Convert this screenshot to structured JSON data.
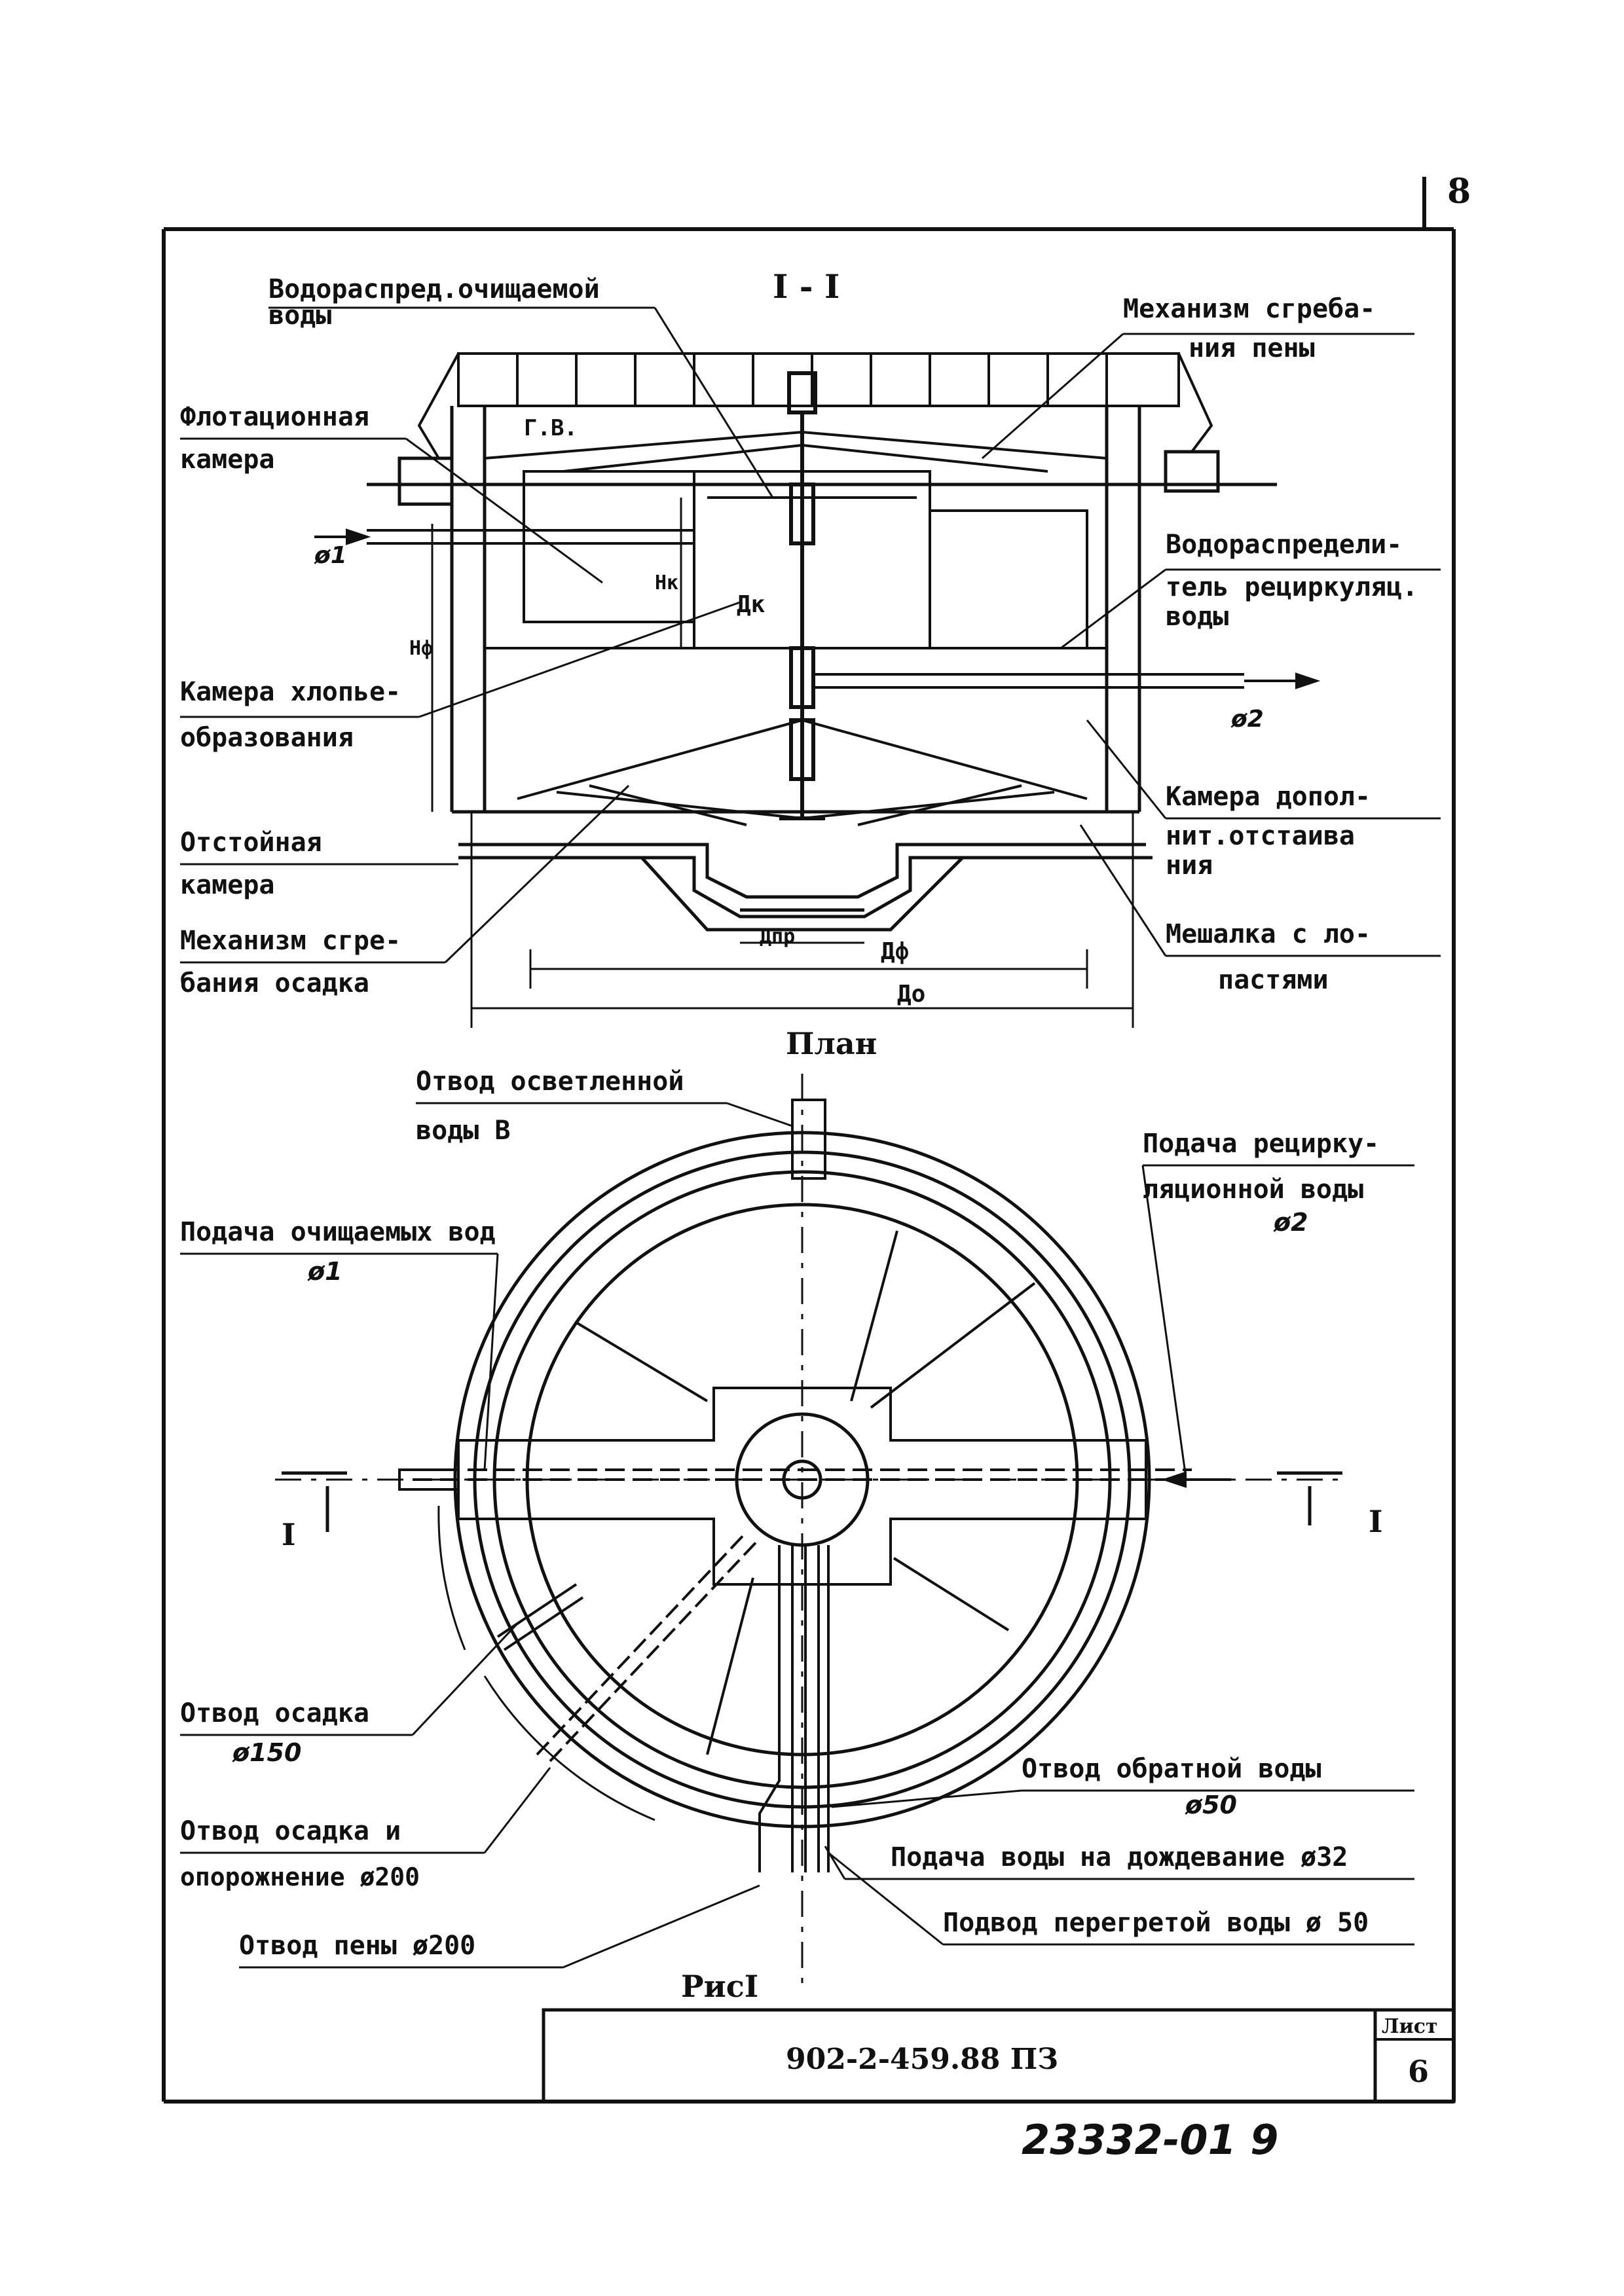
{
  "page_number": "8",
  "section_title": "I - I",
  "plan_title": "План",
  "figure_caption": "РисI",
  "section_marks": {
    "left": "I",
    "right": "I"
  },
  "section_labels": {
    "vodoraspred": [
      "Водораспред.очищаемой",
      "воды"
    ],
    "mech_peny": [
      "Механизм сгреба-",
      "ния пены"
    ],
    "flot": [
      "Флотационная",
      "камера"
    ],
    "vodoraspredelitel": [
      "Водораспредели-",
      "тель рециркуляц.",
      "воды"
    ],
    "kamera_hlop": [
      "Камера хлопье-",
      "образования"
    ],
    "kamera_dop": [
      "Камера допол-",
      "нит.отстаива",
      "ния"
    ],
    "otstoinaya": [
      "Отстойная",
      "камера"
    ],
    "mech_osadka": [
      "Механизм сгре-",
      "бания осадка"
    ],
    "meshalka": [
      "Мешалка с ло-",
      "пастями"
    ]
  },
  "section_marks_small": {
    "gv": "Г.В.",
    "d1": "ø1",
    "d2": "ø2",
    "hk": "Нк",
    "hf": "Нф",
    "dk": "Дк",
    "dpr": "Дпр",
    "dphi": "Дф",
    "do": "До"
  },
  "plan_labels": {
    "otvod_osvetl": [
      "Отвод осветленной",
      "воды В"
    ],
    "podacha_recirc": [
      "Подача рециркy-",
      "ляционной воды",
      "ø2"
    ],
    "podacha_ochish": [
      "Подача очищаемых вод",
      "ø1"
    ],
    "otvod_osadka": [
      "Отвод осадка",
      "ø150"
    ],
    "otvod_obratnoi": [
      "Отвод обратной воды",
      "ø50"
    ],
    "otvod_osadka_opor": [
      "Отвод осадка и",
      "опорожнение ø200"
    ],
    "podacha_dozhd": "Подача воды на дождевание ø32",
    "otvod_peny": "Отвод пены ø200",
    "podvod_peregr": "Подвод перегретой воды ø 50"
  },
  "title_block": {
    "code": "902-2-459.88 ПЗ",
    "sheet_label": "Лист",
    "sheet_number": "6"
  },
  "archive_number": "23332-01 9"
}
